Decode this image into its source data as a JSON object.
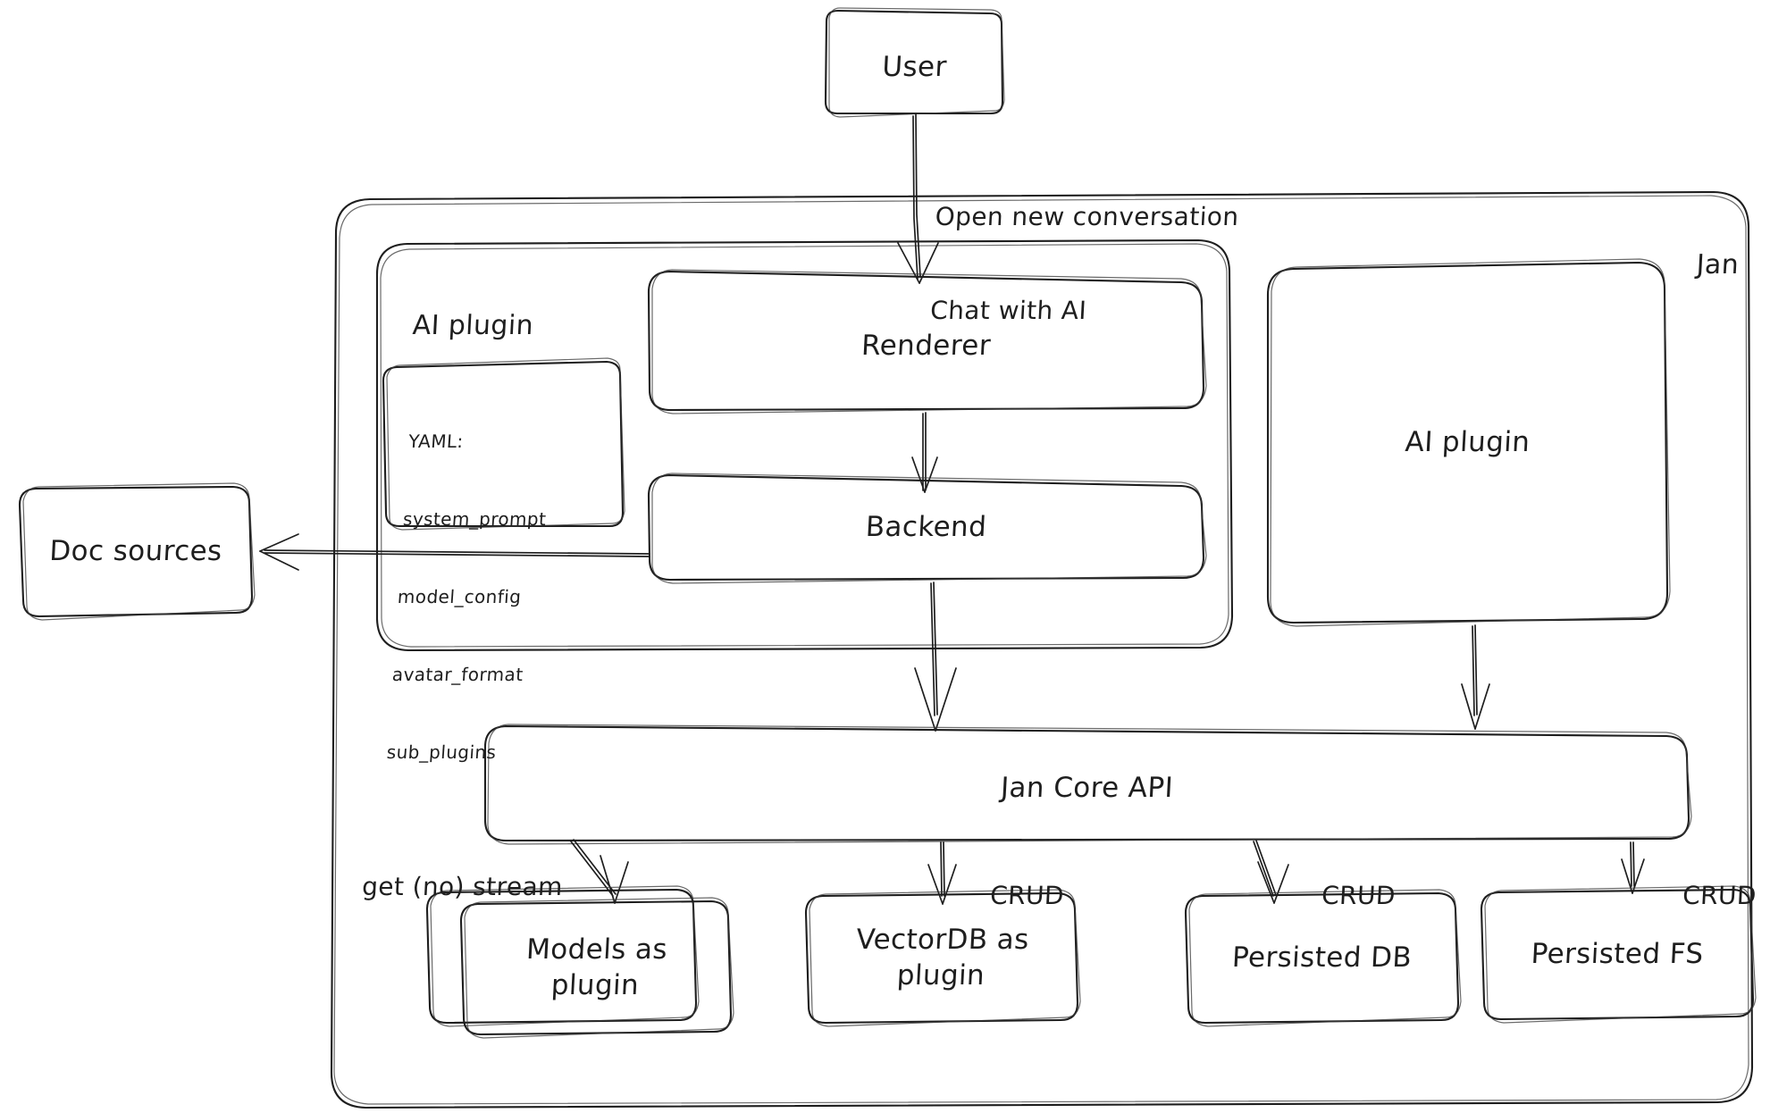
{
  "diagram": {
    "title": "Jan architecture diagram",
    "style": "hand-drawn",
    "stroke_color": "#1e1e1e",
    "background_color": "#ffffff"
  },
  "nodes": {
    "user": {
      "label": "User"
    },
    "jan_container": {
      "label": "Jan"
    },
    "ai_plugin_group": {
      "label": "AI plugin"
    },
    "yaml_note": {
      "lines": [
        "YAML:",
        "system_prompt",
        "model_config",
        "avatar_format",
        "sub_plugins"
      ]
    },
    "renderer": {
      "label": "Renderer"
    },
    "backend": {
      "label": "Backend"
    },
    "ai_plugin_right": {
      "label": "AI plugin"
    },
    "doc_sources": {
      "label": "Doc sources"
    },
    "jan_core_api": {
      "label": "Jan Core API"
    },
    "models_plugin": {
      "line1": "Models as",
      "line2": "plugin"
    },
    "vectordb_plugin": {
      "line1": "VectorDB as",
      "line2": "plugin"
    },
    "persisted_db": {
      "label": "Persisted DB"
    },
    "persisted_fs": {
      "label": "Persisted FS"
    }
  },
  "edges": {
    "user_to_renderer": {
      "line1": "Open new conversation",
      "line2": "Chat with AI"
    },
    "core_to_models": {
      "label": "get (no) stream"
    },
    "core_to_vectordb": {
      "label": "CRUD"
    },
    "core_to_persisted_db": {
      "label": "CRUD"
    },
    "core_to_persisted_fs": {
      "label": "CRUD"
    }
  }
}
